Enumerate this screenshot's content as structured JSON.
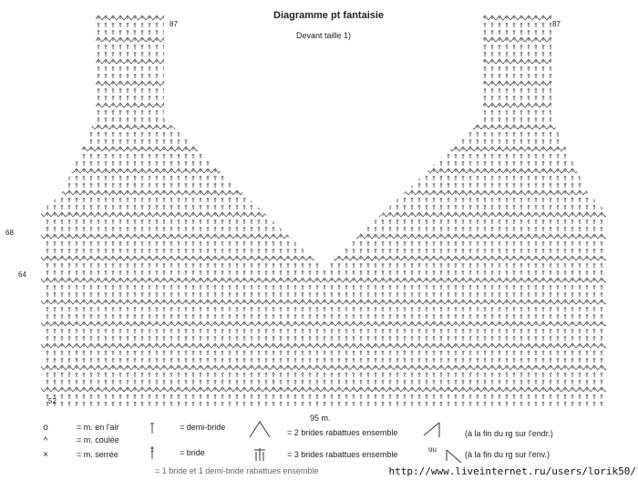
{
  "header": {
    "title": "Diagramme pt fantaisie",
    "subtitle": "Devant taille 1)"
  },
  "row_labels": {
    "top_left": "87",
    "top_right": "87",
    "left_68": "68",
    "left_64": "64",
    "bottom": "52"
  },
  "width_label": "95 m.",
  "legend": [
    {
      "icon": "chain-stitch-icon",
      "symbol": "o",
      "label": "= m. en l'air"
    },
    {
      "icon": "slip-stitch-icon",
      "symbol": "^",
      "label": "= m. coulée"
    },
    {
      "icon": "single-crochet-icon",
      "symbol": "×",
      "label": "= m. serrée"
    },
    {
      "icon": "half-double-crochet-icon",
      "label": "= demi-bride"
    },
    {
      "icon": "double-crochet-icon",
      "label": "= bride"
    },
    {
      "icon": "dc2tog-icon",
      "label": "= 2 brides rabattues ensemble"
    },
    {
      "icon": "dc3tog-icon",
      "label": "= 3 brides rabattues ensemble"
    },
    {
      "icon": "row-end-right-icon",
      "label": "(à la fin du rg sur l'endr.)"
    },
    {
      "icon": "row-end-wrong-icon",
      "or": "ou",
      "label": "(à la fin du rg sur l'env.)"
    },
    {
      "label": "= 1 bride et 1 demi-bride rabattues ensemble"
    }
  ],
  "watermark": "http://www.liveinternet.ru/users/lorik50/"
}
